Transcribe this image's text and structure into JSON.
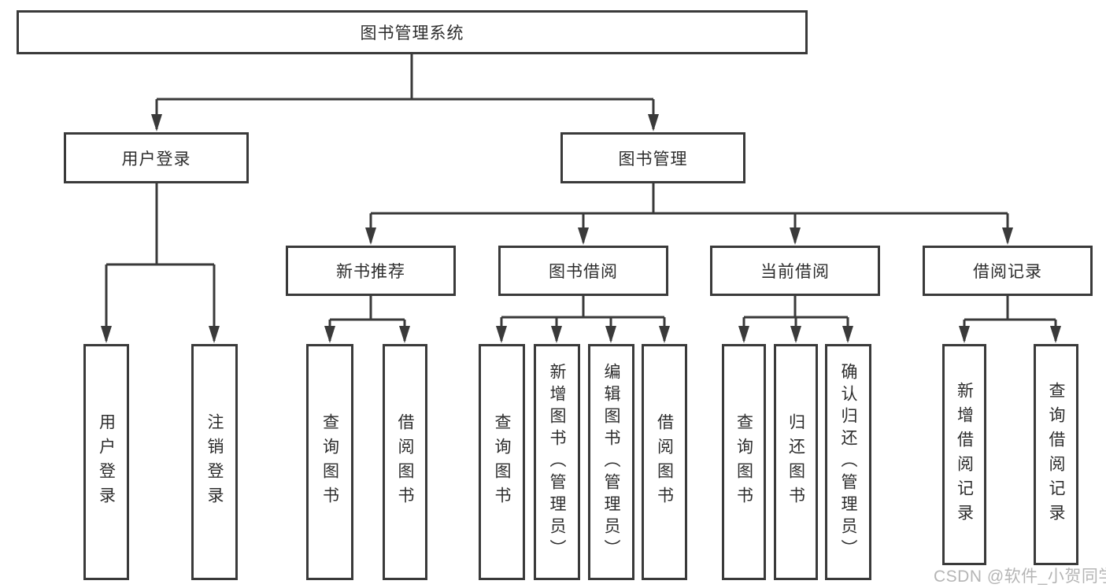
{
  "tree": {
    "root": {
      "label": "图书管理系统"
    },
    "branches": [
      {
        "label": "用户登录",
        "children": [
          {
            "label": "用户登录"
          },
          {
            "label": "注销登录"
          }
        ]
      },
      {
        "label": "图书管理",
        "children": [
          {
            "label": "新书推荐",
            "children": [
              {
                "label": "查询图书"
              },
              {
                "label": "借阅图书"
              }
            ]
          },
          {
            "label": "图书借阅",
            "children": [
              {
                "label": "查询图书"
              },
              {
                "label": "新增图书（管理员）"
              },
              {
                "label": "编辑图书（管理员）"
              },
              {
                "label": "借阅图书"
              }
            ]
          },
          {
            "label": "当前借阅",
            "children": [
              {
                "label": "查询图书"
              },
              {
                "label": "归还图书"
              },
              {
                "label": "确认归还（管理员）"
              }
            ]
          },
          {
            "label": "借阅记录",
            "children": [
              {
                "label": "新增借阅记录"
              },
              {
                "label": "查询借阅记录"
              }
            ]
          }
        ]
      }
    ]
  },
  "watermark": {
    "text": "CSDN @软件_小贺同学"
  },
  "colors": {
    "line": "#3a3a3a",
    "box_border": "#3a3a3a",
    "text": "#2d2d2d",
    "watermark": "#b5b5b5",
    "background": "#ffffff"
  }
}
